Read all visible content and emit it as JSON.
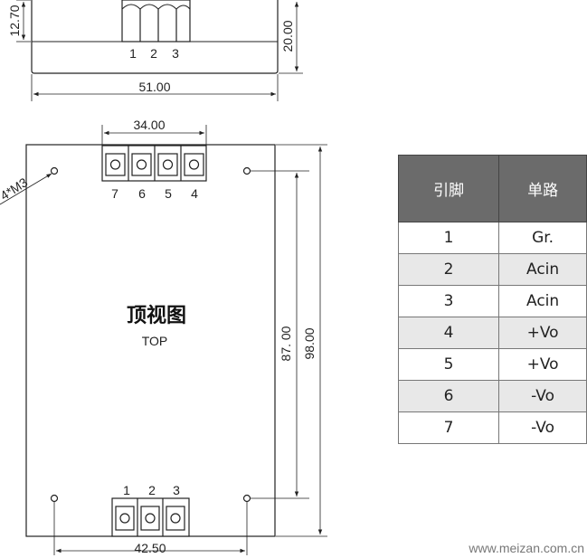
{
  "side_view": {
    "dim_height_small": "12.70",
    "dim_height_total": "20.00",
    "dim_width": "51.00",
    "pin_labels": [
      "1",
      "2",
      "3"
    ]
  },
  "top_view": {
    "title": "顶视图",
    "subtitle": "TOP",
    "dim_top_connector": "34.00",
    "dim_bottom_holes": "42.50",
    "dim_hole_spacing_vertical": "87. 00",
    "dim_height_total": "98.00",
    "mount_hole_label": "4*M3",
    "top_connector_pins": [
      "7",
      "6",
      "5",
      "4"
    ],
    "bottom_connector_pins": [
      "1",
      "2",
      "3"
    ]
  },
  "pin_table": {
    "headers": [
      "引脚",
      "单路"
    ],
    "rows": [
      [
        "1",
        "Gr."
      ],
      [
        "2",
        "Acin"
      ],
      [
        "3",
        "Acin"
      ],
      [
        "4",
        "+Vo"
      ],
      [
        "5",
        "+Vo"
      ],
      [
        "6",
        "-Vo"
      ],
      [
        "7",
        "-Vo"
      ]
    ]
  },
  "watermark": "www.meizan.com.cn"
}
